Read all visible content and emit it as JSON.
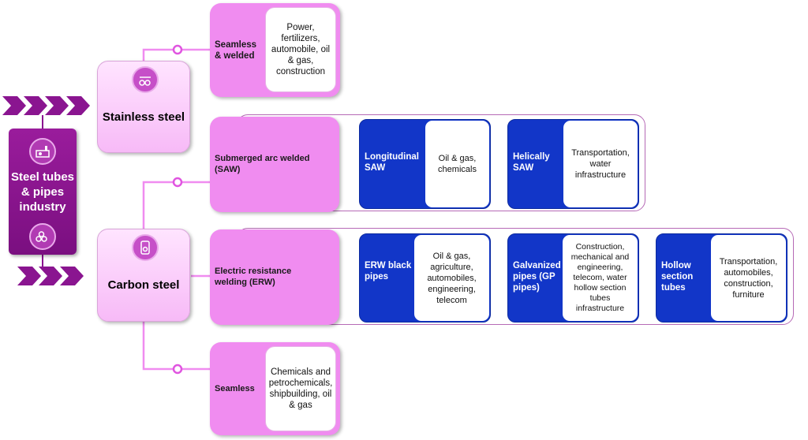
{
  "colors": {
    "root": "#8a1590",
    "category": "#f9c6f9",
    "process": "#f08cf0",
    "subtype": "#1236c8",
    "connector": "#f08cf0",
    "frame": "#b66ab6"
  },
  "root": {
    "title": "Steel tubes & pipes industry",
    "icons": [
      "industry-icon",
      "pipe-stack-icon"
    ]
  },
  "categories": [
    {
      "label": "Stainless steel",
      "icon": "pipes-icon"
    },
    {
      "label": "Carbon steel",
      "icon": "cylinder-icon"
    }
  ],
  "processes": [
    {
      "label": "Seamless & welded",
      "applications": "Power, fertilizers, automobile, oil & gas, construction"
    },
    {
      "label": "Submerged arc welded (SAW)",
      "subtypes": [
        {
          "label": "Longitudinal SAW",
          "applications": "Oil & gas, chemicals"
        },
        {
          "label": "Helically SAW",
          "applications": "Transportation, water infrastructure"
        }
      ]
    },
    {
      "label": "Electric resistance welding (ERW)",
      "subtypes": [
        {
          "label": "ERW black pipes",
          "applications": "Oil & gas, agriculture, automobiles, engineering, telecom"
        },
        {
          "label": "Galvanized pipes (GP pipes)",
          "applications": "Construction, mechanical and engineering, telecom, water hollow section tubes infrastructure"
        },
        {
          "label": "Hollow section tubes",
          "applications": "Transportation, automobiles, construction, furniture"
        }
      ]
    },
    {
      "label": "Seamless",
      "applications": "Chemicals and petrochemicals, shipbuilding, oil & gas"
    }
  ]
}
